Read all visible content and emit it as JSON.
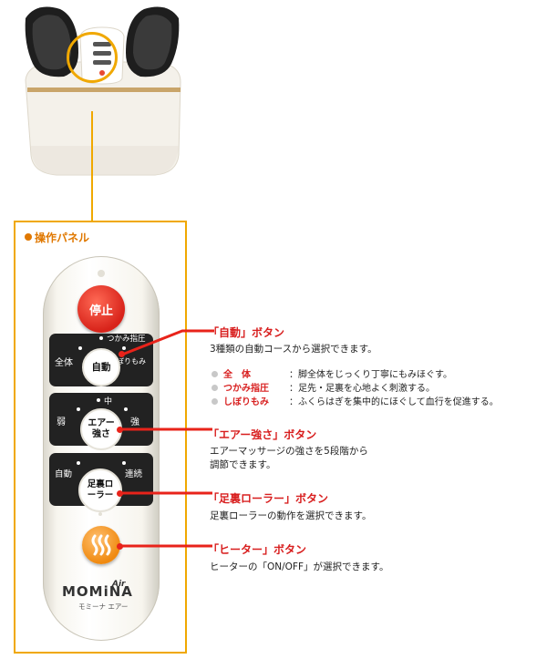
{
  "panel": {
    "title": "操作パネル"
  },
  "remote": {
    "stop_label": "停止",
    "auto_group": {
      "top_label": "つかみ指圧",
      "left_label": "全体",
      "right_label": "しぼりもみ",
      "button_label": "自動"
    },
    "air_group": {
      "top_label": "中",
      "left_label": "弱",
      "right_label": "強",
      "button_label": "エアー強さ"
    },
    "roller_group": {
      "left_label": "自動",
      "right_label": "連続",
      "button_label": "足裏ローラー"
    },
    "heater_icon": "heat-waves-icon",
    "logo": {
      "brand": "MOMiNA",
      "air": "Air",
      "sub": "モミーナ エアー"
    }
  },
  "callouts": {
    "auto": {
      "heading": "「自動」ボタン",
      "desc": "3種類の自動コースから選択できます。",
      "courses": [
        {
          "name": "全　体",
          "desc": "：脚全体をじっくり丁寧にもみほぐす。"
        },
        {
          "name": "つかみ指圧",
          "desc": "：足先・足裏を心地よく刺激する。"
        },
        {
          "name": "しぼりもみ",
          "desc": "：ふくらはぎを集中的にほぐして血行を促進する。"
        }
      ]
    },
    "air": {
      "heading": "「エアー強さ」ボタン",
      "desc_line1": "エアーマッサージの強さを5段階から",
      "desc_line2": "調節できます。"
    },
    "roller": {
      "heading": "「足裏ローラー」ボタン",
      "desc": "足裏ローラーの動作を選択できます。"
    },
    "heater": {
      "heading": "「ヒーター」ボタン",
      "desc": "ヒーターの「ON/OFF」が選択できます。"
    }
  },
  "colors": {
    "accent_orange": "#f0a800",
    "callout_red": "#e8231a",
    "stop_red": "#d8231a",
    "heater_orange": "#f08a10"
  }
}
